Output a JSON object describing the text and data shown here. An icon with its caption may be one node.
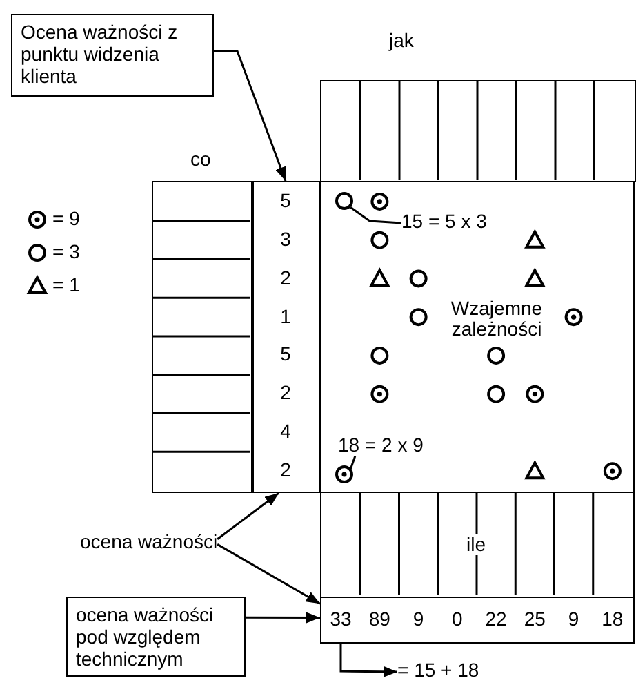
{
  "diagram": {
    "nodes": [
      {
        "text": [
          "Ocena ważności z punktu widzenia klienta"
        ]
      },
      {
        "text": [
          "jak"
        ]
      },
      {
        "text": [
          "co"
        ]
      },
      {
        "text": [
          "5",
          "3",
          "2",
          "1",
          "5",
          "2",
          "4",
          "2"
        ]
      },
      {
        "text": [
          "Wzajemne zależności"
        ]
      },
      {
        "text": [],
        "shape": "circle",
        "in": 4
      },
      {
        "text": [
          "15 = 5 x 3"
        ],
        "in": 4
      },
      {
        "text": [
          "18 = 2 x 9"
        ],
        "in": 4
      },
      {
        "text": [],
        "shape": "circle",
        "in": 4
      },
      {
        "text": [
          "ile"
        ]
      },
      {
        "text": [
          "ocena ważności"
        ]
      },
      {
        "text": [
          "33",
          "89",
          "9",
          "0",
          "22",
          "25",
          "9",
          "18"
        ]
      },
      {
        "text": [
          "ocena ważności pod względem technicznym"
        ]
      },
      {
        "text": [
          "= 15 + 18"
        ]
      }
    ],
    "edges": [
      {
        "from": 0,
        "to": 3,
        "arrow": "to"
      },
      {
        "from": 6,
        "to": 5,
        "arrow": "none"
      },
      {
        "from": 7,
        "to": 8,
        "arrow": "none"
      },
      {
        "from": 10,
        "to": 3,
        "arrow": "to"
      },
      {
        "from": 10,
        "to": 11,
        "arrow": "to"
      },
      {
        "from": 12,
        "to": 11,
        "arrow": "to"
      },
      {
        "from": 11,
        "to": 13,
        "arrow": "to"
      }
    ],
    "legend": [
      {
        "text": "= 9"
      },
      {
        "text": "= 3"
      },
      {
        "text": "= 1"
      }
    ]
  }
}
